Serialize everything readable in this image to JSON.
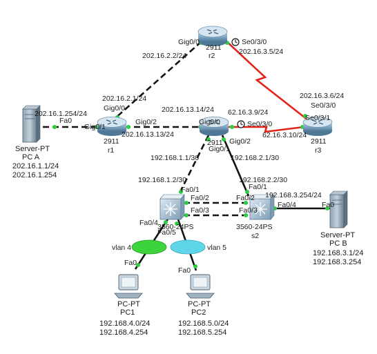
{
  "devices": {
    "r2": {
      "model": "2911",
      "name": "r2"
    },
    "r1": {
      "model": "2911",
      "name": "r1"
    },
    "r3": {
      "model": "2911",
      "name": "r3"
    },
    "r4": {
      "model": "2911"
    },
    "s1": {
      "model": "3560-24PS"
    },
    "s2": {
      "model": "3560-24PS",
      "name": "s2"
    },
    "pca": {
      "type": "Server-PT",
      "name": "PC A",
      "ip": "202.16.1.1/24",
      "gw": "202.16.1.254"
    },
    "pcb": {
      "type": "Server-PT",
      "name": "PC B",
      "ip": "192.168.3.1/24",
      "gw": "192.168.3.254"
    },
    "pc1": {
      "type": "PC-PT",
      "name": "PC1",
      "ip": "192.168.4.0/24",
      "gw": "192.168.4.254"
    },
    "pc2": {
      "type": "PC-PT",
      "name": "PC2",
      "ip": "192.168.5.0/24",
      "gw": "192.168.5.254"
    }
  },
  "labels": {
    "r2_gig00": "Gig0/0",
    "r2_ip_gig": "202.16.2.2/24",
    "r2_se030": "Se0/3/0",
    "r2_ip_se": "202.16.3.5/24",
    "r1_ip_up": "202.16.2.1/24",
    "r1_gig00": "Gig0/0",
    "r1_ip_pca": "202.16.1.254/24",
    "r1_fa0_pca": "Fa0",
    "r1_gig01": "Gig0/1",
    "r1_gig02": "Gig0/2",
    "r1_ip_r4": "202.16.13.13/24",
    "r4_ip_r1": "202.16.13.14/24",
    "r4_gig00": "Gig0/0",
    "r4_ip_se": "62.16.3.9/24",
    "r4_se030": "Se0/3/0",
    "r3_ip_r4": "62.16.3.10/24",
    "r3_ip_r2": "202.16.3.6/24",
    "r3_se030": "Se0/3/0",
    "r3_se031": "Se0/3/1",
    "r4_gig01": "Gig0/1",
    "r4_gig02": "Gig0/2",
    "r4_ip_s1": "192.168.1.1/30",
    "r4_ip_s2": "192.168.2.1/30",
    "s1_ip": "192.168.1.2/30",
    "s2_ip": "192.168.2.2/30",
    "s1_fa01": "Fa0/1",
    "s2_fa01": "Fa0/1",
    "s1_fa02": "Fa0/2",
    "s2_fa02": "Fa0/2",
    "s1_fa03": "Fa0/3",
    "s2_fa03": "Fa0/3",
    "s2_ip_pcb": "192.168.3.254/24",
    "s2_fa04": "Fa0/4",
    "pcb_fa0": "Fa0",
    "s1_fa04": "Fa0/4",
    "s1_fa05": "Fa0/5",
    "vlan4": "vlan 4",
    "vlan5": "vlan 5",
    "pc1_fa0": "Fa0",
    "pc2_fa0": "Fa0"
  },
  "colors": {
    "serial_link": "#e2231a",
    "port_dot": "#2ecc40",
    "vlan4": "#3cd43c",
    "vlan5": "#5fd6e8",
    "router_body": "#7fa6c4",
    "switch_body": "#9fb8cc"
  },
  "icons": {
    "router": "router-icon",
    "switch": "multilayer-switch-icon",
    "server": "server-icon",
    "pc": "pc-icon",
    "clock": "clock-icon"
  }
}
